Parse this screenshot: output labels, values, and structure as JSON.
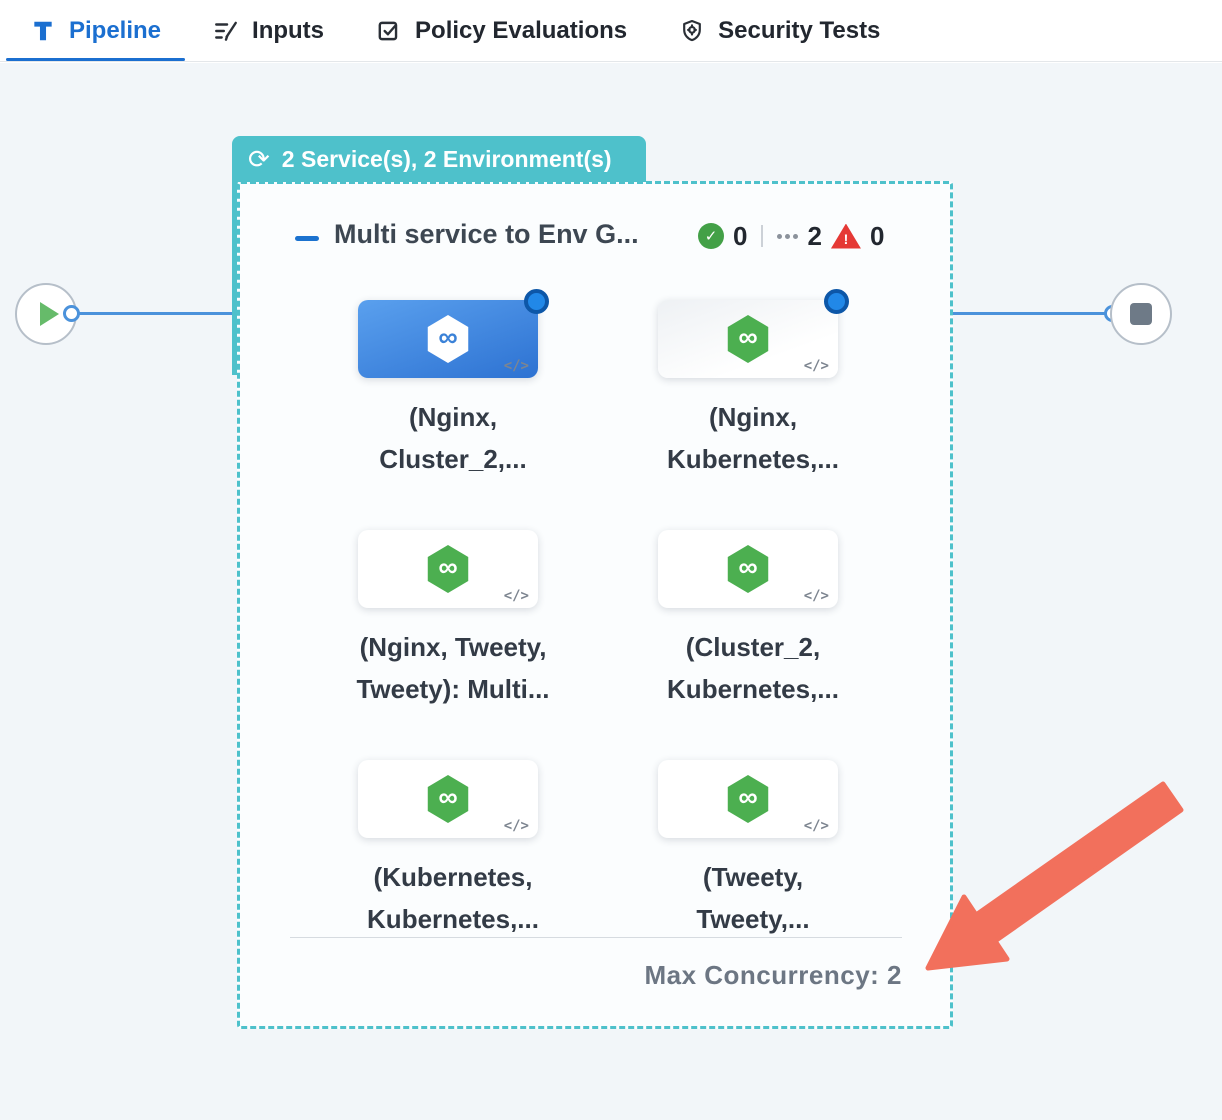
{
  "colors": {
    "accent_blue": "#1b6fd0",
    "teal": "#4ec1cb",
    "green": "#4caf50",
    "warning_red": "#e53935",
    "annotation_arrow": "#f2705c",
    "canvas_bg": "#f2f6f9",
    "edge_blue": "#4b92db"
  },
  "tabs": [
    {
      "label": "Pipeline",
      "active": true
    },
    {
      "label": "Inputs",
      "active": false
    },
    {
      "label": "Policy Evaluations",
      "active": false
    },
    {
      "label": "Security Tests",
      "active": false
    }
  ],
  "icons": {
    "loop": "⟳",
    "infinity": "∞",
    "code": "</>",
    "check": "✓",
    "warning": "!"
  },
  "canvas": {
    "banner_label": "2 Service(s), 2 Environment(s)",
    "group_title": "Multi service to Env G...",
    "status": {
      "success_count": "0",
      "pending_count": "2",
      "failed_count": "0"
    },
    "cards": [
      {
        "line1": "(Nginx,",
        "line2": "Cluster_2,..."
      },
      {
        "line1": "(Nginx,",
        "line2": "Kubernetes,..."
      },
      {
        "line1": "(Nginx, Tweety,",
        "line2": "Tweety): Multi..."
      },
      {
        "line1": "(Cluster_2,",
        "line2": "Kubernetes,..."
      },
      {
        "line1": "(Kubernetes,",
        "line2": "Kubernetes,..."
      },
      {
        "line1": "(Tweety,",
        "line2": "Tweety,..."
      }
    ],
    "max_concurrency": "Max Concurrency: 2"
  }
}
